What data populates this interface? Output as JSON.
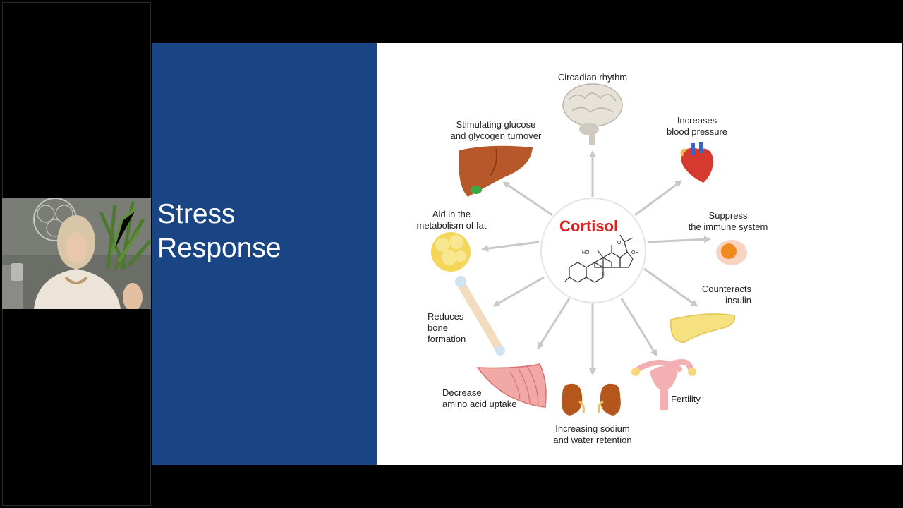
{
  "slide": {
    "title_line1": "Stress",
    "title_line2": "Response",
    "panel_color": "#1a4584"
  },
  "diagram": {
    "center_label": "Cortisol",
    "center_color": "#e02020",
    "effects": [
      {
        "id": "circadian",
        "line1": "Circadian rhythm",
        "line2": ""
      },
      {
        "id": "blood-pressure",
        "line1": "Increases",
        "line2": "blood pressure"
      },
      {
        "id": "immune",
        "line1": "Suppress",
        "line2": "the immune system"
      },
      {
        "id": "insulin",
        "line1": "Counteracts",
        "line2": "insulin"
      },
      {
        "id": "fertility",
        "line1": "Fertility",
        "line2": ""
      },
      {
        "id": "sodium",
        "line1": "Increasing sodium",
        "line2": "and water retention"
      },
      {
        "id": "amino",
        "line1": "Decrease",
        "line2": "amino acid uptake"
      },
      {
        "id": "bone",
        "line1": "Reduces",
        "line2": "bone",
        "line3": "formation"
      },
      {
        "id": "fat",
        "line1": "Aid in the",
        "line2": "metabolism of fat"
      },
      {
        "id": "glucose",
        "line1": "Stimulating glucose",
        "line2": "and glycogen turnover"
      }
    ],
    "molecule_labels": {
      "ho": "HO",
      "oh": "OH",
      "o": "O",
      "h": "H"
    }
  }
}
